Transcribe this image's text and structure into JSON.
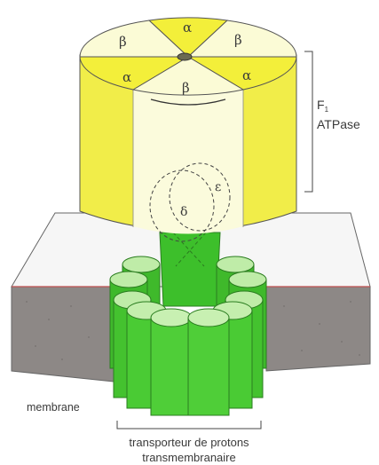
{
  "diagram": {
    "cap_labels": {
      "alpha_top": "α",
      "beta_left": "β",
      "beta_right": "β",
      "alpha_left": "α",
      "alpha_right": "α",
      "beta_center": "β"
    },
    "stalk_labels": {
      "delta": "δ",
      "epsilon": "ε"
    },
    "bracket_label": {
      "line1": "F",
      "subscript": "1",
      "line2": "ATPase"
    },
    "membrane_label": "membrane",
    "transporter_label": {
      "line1": "transporteur de protons",
      "line2": "transmembranaire"
    }
  },
  "colors": {
    "alpha_yellow": "#f3ef3a",
    "beta_cream": "#fbfbd6",
    "cylinder_body": "#f0ec4a",
    "stalk_green": "#3bbf2a",
    "ring_green": "#4fcb36",
    "ring_top": "#b8eaa0",
    "membrane_grey": "#8a8684",
    "membrane_face": "#f4f4f4",
    "outline": "#555555"
  }
}
